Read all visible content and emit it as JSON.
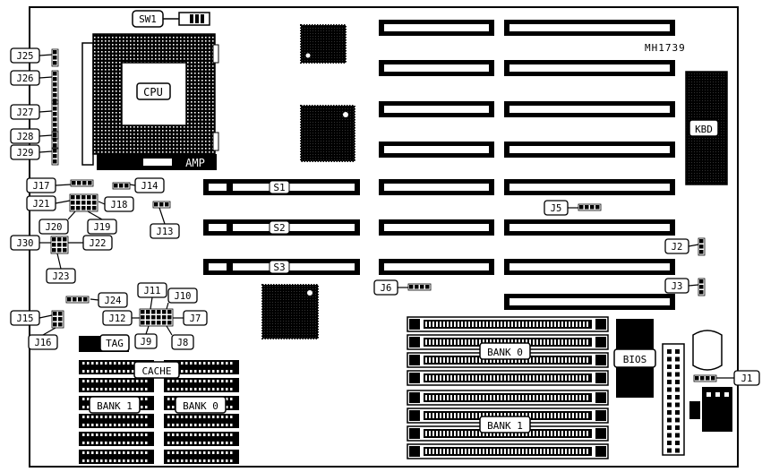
{
  "diagram": {
    "reference": "MH1739",
    "switch_label": "SW1",
    "cpu_label": "CPU",
    "socket_brand": "AMP",
    "kbd_label": "KBD",
    "bios_label": "BIOS",
    "tag_label": "TAG",
    "cache_label": "CACHE",
    "cache_bank1_label": "BANK 1",
    "cache_bank0_label": "BANK 0",
    "simm_bank0_label": "BANK 0",
    "simm_bank1_label": "BANK 1",
    "slot_labels": {
      "s1": "S1",
      "s2": "S2",
      "s3": "S3"
    },
    "jumpers": {
      "j1": "J1",
      "j2": "J2",
      "j3": "J3",
      "j5": "J5",
      "j6": "J6",
      "j7": "J7",
      "j8": "J8",
      "j9": "J9",
      "j10": "J10",
      "j11": "J11",
      "j12": "J12",
      "j13": "J13",
      "j14": "J14",
      "j15": "J15",
      "j16": "J16",
      "j17": "J17",
      "j18": "J18",
      "j19": "J19",
      "j20": "J20",
      "j21": "J21",
      "j22": "J22",
      "j23": "J23",
      "j24": "J24",
      "j25": "J25",
      "j26": "J26",
      "j27": "J27",
      "j28": "J28",
      "j29": "J29",
      "j30": "J30"
    }
  }
}
